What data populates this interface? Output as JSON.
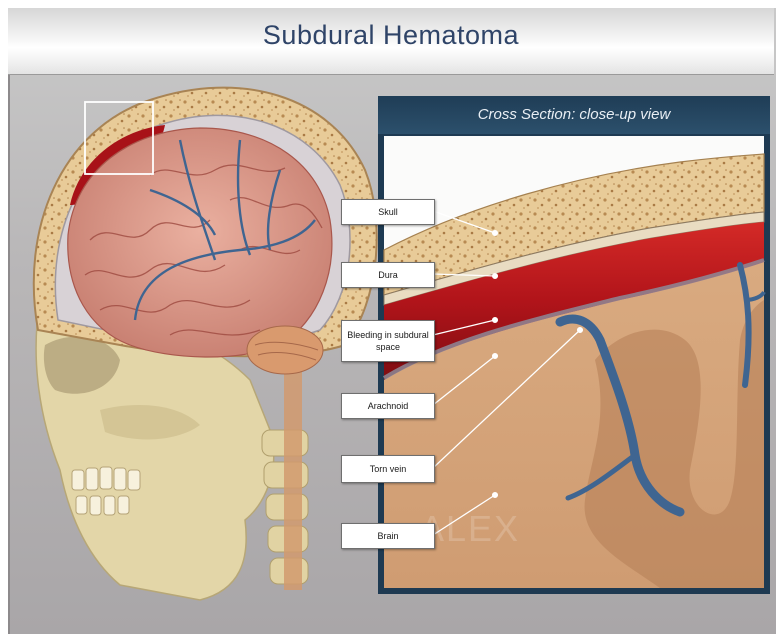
{
  "title": "Subdural Hematoma",
  "cross_section": {
    "header": "Cross Section: close-up view"
  },
  "labels": {
    "skull": "Skull",
    "dura": "Dura",
    "bleeding": "Bleeding in subdural space",
    "arachnoid": "Arachnoid",
    "torn_vein": "Torn vein",
    "brain": "Brain"
  },
  "watermark": "ALEX",
  "colors": {
    "title_text": "#2f4468",
    "header_bg": "#25465f",
    "blood": "#b0141a",
    "bone": "#e6c898",
    "brain_tissue": "#d8ab82",
    "vein": "#3f6591"
  }
}
